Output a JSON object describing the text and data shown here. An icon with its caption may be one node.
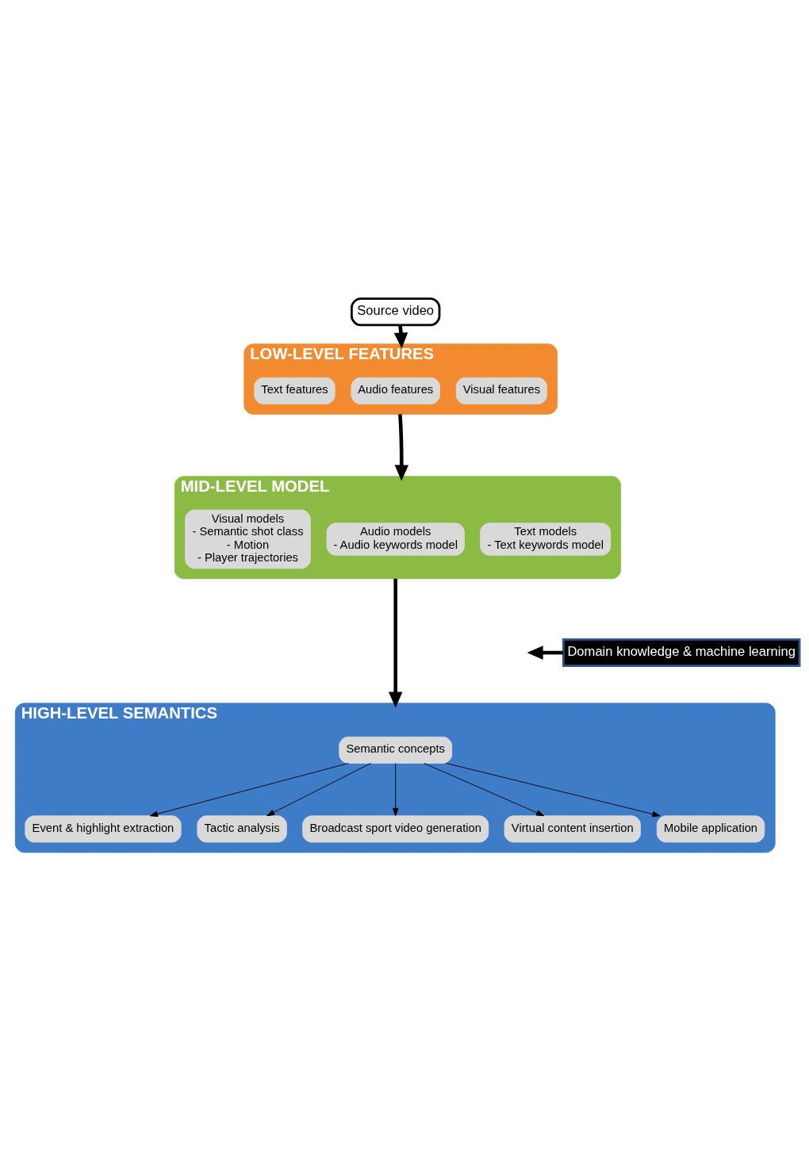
{
  "diagram": {
    "nodes": [
      {
        "text": [
          "Source video"
        ]
      },
      {
        "text": [
          "LOW-LEVEL FEATURES"
        ]
      },
      {
        "text": [
          "Visual features"
        ],
        "in": 1
      },
      {
        "text": [
          "Audio features"
        ],
        "in": 1
      },
      {
        "text": [
          "Text features"
        ],
        "in": 1
      },
      {
        "text": [
          "MID-LEVEL MODEL"
        ]
      },
      {
        "text": [
          "Visual models",
          "- Semantic shot class",
          "- Motion",
          "- Player trajectories"
        ],
        "in": 5
      },
      {
        "text": [
          "Audio models",
          "- Audio keywords model"
        ],
        "in": 5
      },
      {
        "text": [
          "Text models",
          "- Text keywords model"
        ],
        "in": 5
      },
      {
        "text": [
          "Domain knowledge & machine learning"
        ]
      },
      {
        "text": [
          "HIGH-LEVEL SEMANTICS"
        ]
      },
      {
        "text": [
          "Semantic concepts"
        ],
        "in": 10
      },
      {
        "text": [
          "Event & highlight extraction"
        ],
        "in": 10
      },
      {
        "text": [
          "Tactic analysis"
        ],
        "in": 10
      },
      {
        "text": [
          "Broadcast sport video generation"
        ],
        "in": 10
      },
      {
        "text": [
          "Virtual content insertion"
        ],
        "in": 10
      },
      {
        "text": [
          "Mobile application"
        ],
        "in": 10
      }
    ],
    "edges": [
      {
        "from": 0,
        "to": 1,
        "arrow": "to",
        "style": "thick"
      },
      {
        "from": 1,
        "to": 5,
        "arrow": "to",
        "style": "thick"
      },
      {
        "from": 5,
        "to": 10,
        "arrow": "to",
        "style": "thick"
      },
      {
        "from": 9,
        "to": null,
        "arrow": "to",
        "style": "thick"
      },
      {
        "from": 11,
        "to": 12,
        "arrow": "to"
      },
      {
        "from": 11,
        "to": 13,
        "arrow": "to"
      },
      {
        "from": 11,
        "to": 14,
        "arrow": "to"
      },
      {
        "from": 11,
        "to": 15,
        "arrow": "to"
      },
      {
        "from": 11,
        "to": 16,
        "arrow": "to"
      }
    ]
  }
}
